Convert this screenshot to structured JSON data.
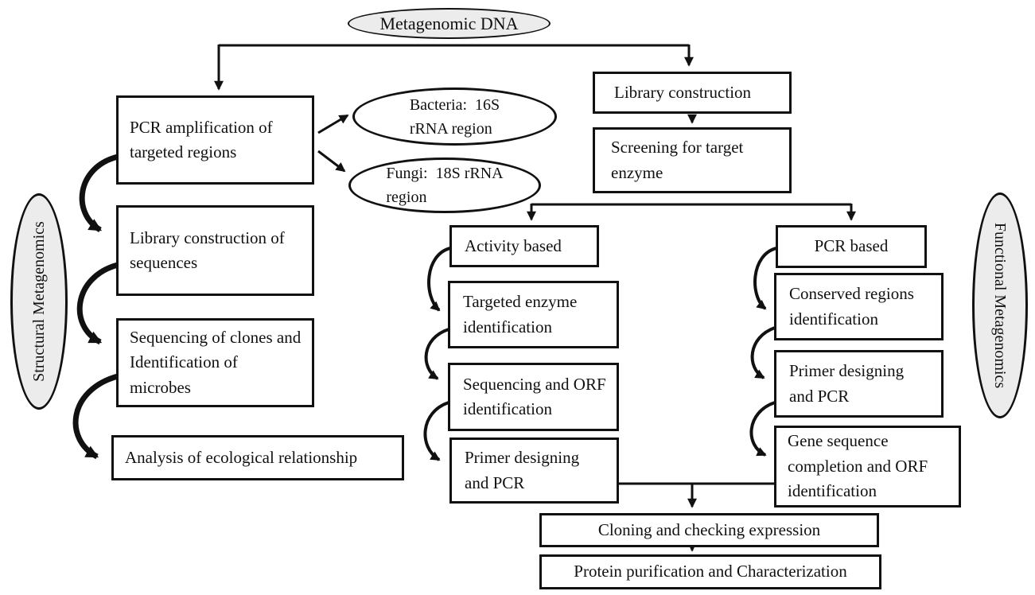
{
  "colors": {
    "line": "#111111",
    "box_bg": "#ffffff",
    "ellipse_fill": "#ececec",
    "page_bg": "#ffffff"
  },
  "nodes": {
    "metagenomic_dna": "Metagenomic DNA",
    "structural_metagenomics": "Structural Metagenomics",
    "functional_metagenomics": "Functional Metagenomics",
    "pcr_amplification": "PCR amplification of targeted regions",
    "bacteria_16s": "Bacteria:  16S\nrRNA region",
    "fungi_18s": "Fungi:  18S rRNA\nregion",
    "library_construction_sequences": "Library construction of sequences",
    "sequencing_clones": "Sequencing of clones and Identification of microbes",
    "analysis_ecological": "Analysis of ecological relationship",
    "library_construction": "Library construction",
    "screening_target_enzyme": "Screening for target enzyme",
    "activity_based": "Activity based",
    "targeted_enzyme_identification": "Targeted enzyme identification",
    "sequencing_orf_identification": "Sequencing and ORF identification",
    "primer_designing_pcr_activity": "Primer designing and PCR",
    "pcr_based": "PCR based",
    "conserved_regions_identification": "Conserved regions identification",
    "primer_designing_pcr_based": "Primer designing and PCR",
    "gene_sequence_completion": "Gene sequence completion and ORF identification",
    "cloning_checking_expression": "Cloning and checking expression",
    "protein_purification": "Protein purification and Characterization"
  }
}
